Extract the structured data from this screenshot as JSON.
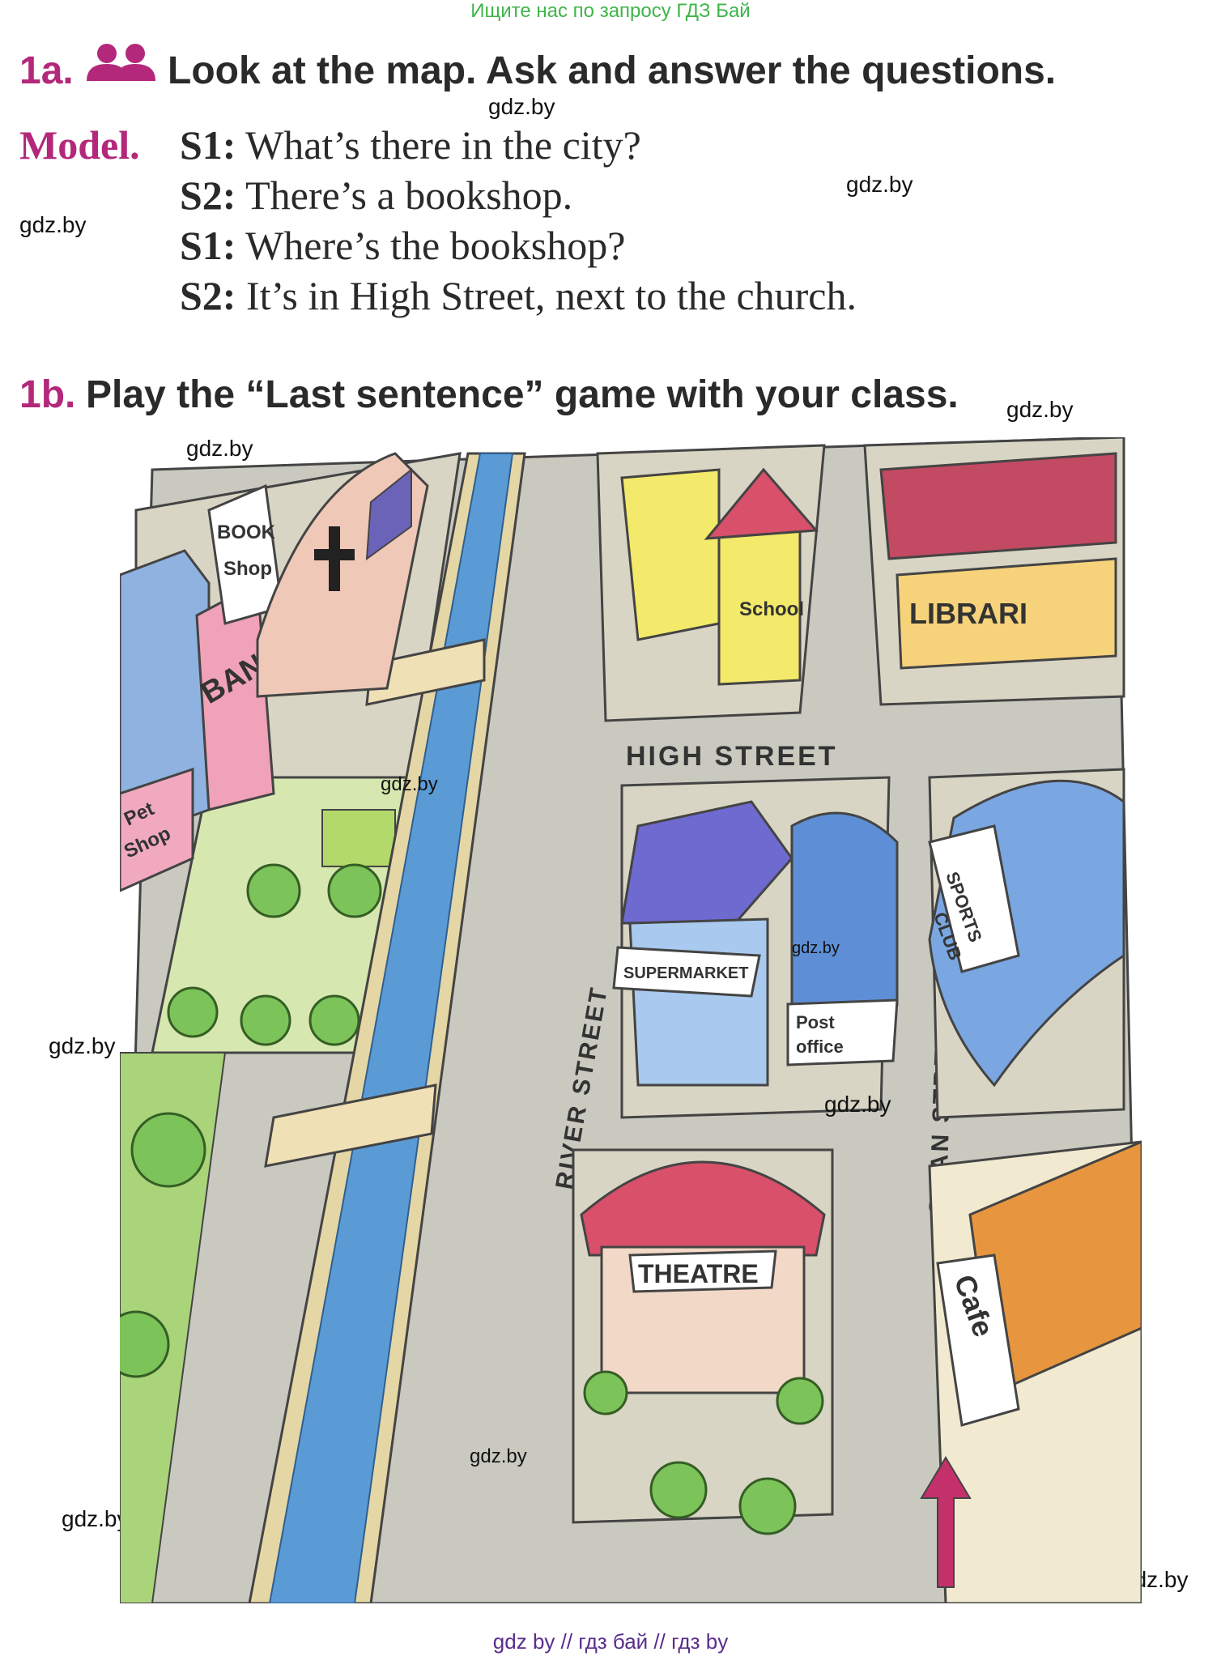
{
  "banner": "Ищите нас по запросу ГДЗ Бай",
  "ex1a": {
    "num": "1a.",
    "text": "Look at the map. Ask and answer the questions.",
    "icon": "pair-work-icon",
    "icon_color": "#b3287a"
  },
  "model": {
    "label": "Model.",
    "lines": [
      {
        "speaker": "S1:",
        "text": "What’s there in the city?"
      },
      {
        "speaker": "S2:",
        "text": "There’s a bookshop."
      },
      {
        "speaker": "S1:",
        "text": "Where’s the bookshop?"
      },
      {
        "speaker": "S2:",
        "text": "It’s in High Street, next to the church."
      }
    ]
  },
  "ex1b": {
    "num": "1b.",
    "text": "Play the “Last sentence” game with your class."
  },
  "watermark": "gdz.by",
  "map": {
    "streets": {
      "high": "HIGH STREET",
      "river": "RIVER STREET",
      "swan": "SWAN STREET"
    },
    "signs": {
      "book1": "BOOK",
      "book2": "Shop",
      "bank": "BANK",
      "pet1": "Pet",
      "pet2": "Shop",
      "school": "School",
      "library": "LIBRARI",
      "supermarket": "SUPERMARKET",
      "post1": "Post",
      "post2": "office",
      "sports1": "SPORTS",
      "sports2": "CLUB",
      "theatre": "THEATRE",
      "cafe": "Cafe"
    },
    "colors": {
      "river": "#5b9bd5",
      "road": "#c9c9c0",
      "grass": "#9ed36a",
      "theatre_roof": "#d9506a",
      "school": "#f3e96a"
    }
  },
  "footer": "gdz by  //  гдз бай  //  гдз by"
}
